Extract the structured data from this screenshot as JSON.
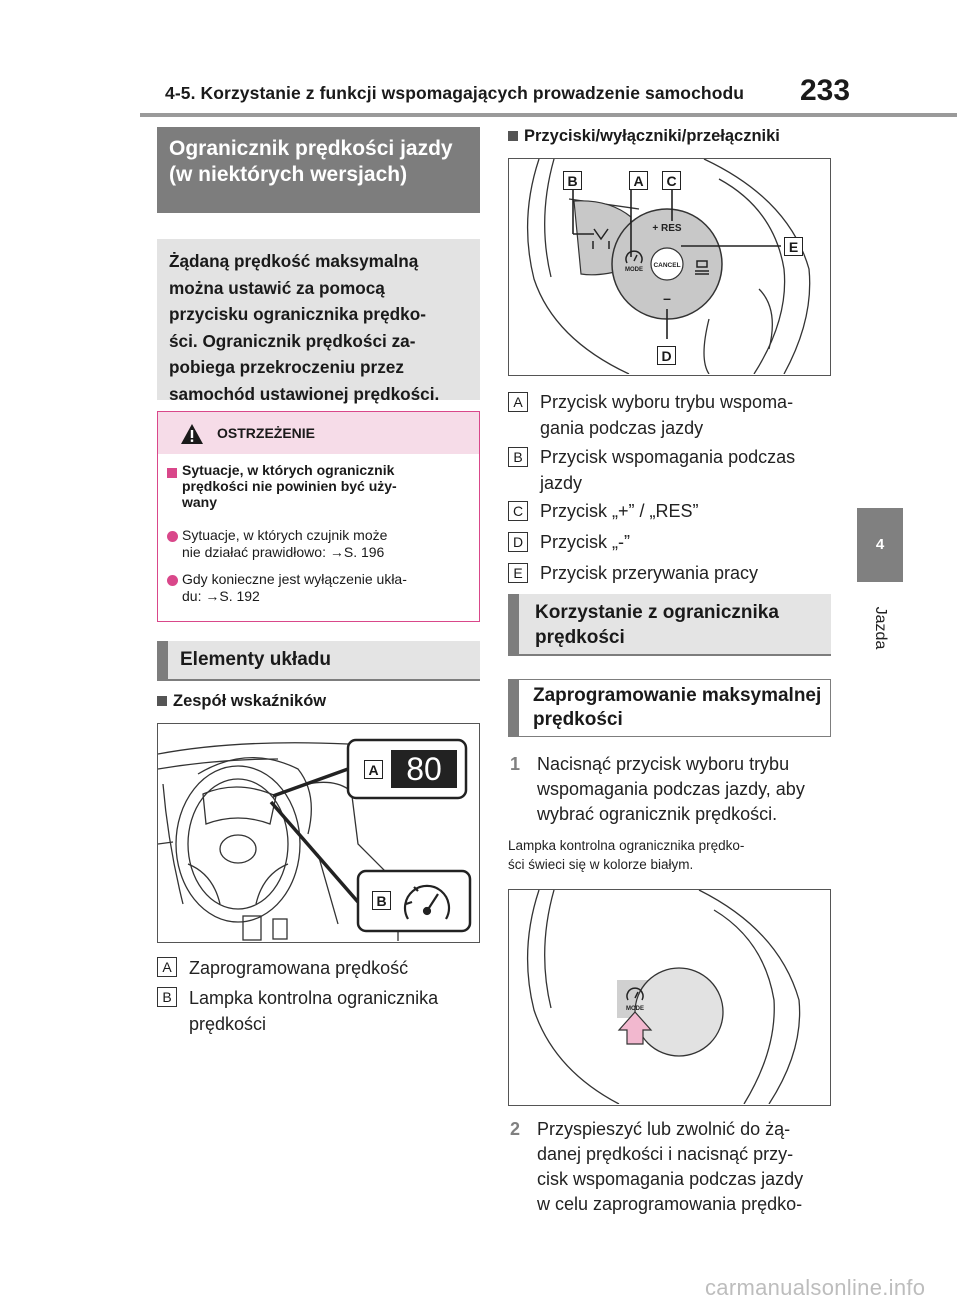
{
  "header": {
    "title": "4-5. Korzystanie z funkcji wspomagających prowadzenie samochodu",
    "page_number": "233"
  },
  "side_tab": {
    "number": "4",
    "label": "Jazda"
  },
  "left": {
    "section_title": "Ogranicznik prędkości jazdy (w niektórych wersjach)",
    "intro_lines": [
      "Żądaną prędkość maksymalną",
      "można ustawić za pomocą",
      "przycisku ogranicznika prędko-",
      "ści. Ogranicznik prędkości za-",
      "pobiega przekroczeniu przez",
      "samochód ustawionej prędkości."
    ],
    "warning": {
      "title": "OSTRZEŻENIE",
      "lead_lines": [
        "Sytuacje, w których ogranicznik",
        "prędkości nie powinien być uży-",
        "wany"
      ],
      "item1_lines": [
        "Sytuacje, w których czujnik może",
        "nie działać prawidłowo: →S. 196"
      ],
      "item2_lines": [
        "Gdy konieczne jest wyłączenie ukła-",
        "du: →S. 192"
      ]
    },
    "elements_heading": "Elementy układu",
    "cluster_heading": "Zespół wskaźników",
    "figure_labels": {
      "a": "A",
      "b": "B",
      "speed": "80"
    },
    "legend": [
      {
        "key": "A",
        "lines": [
          "Zaprogramowana prędkość"
        ]
      },
      {
        "key": "B",
        "lines": [
          "Lampka kontrolna ogranicznika",
          "prędkości"
        ]
      }
    ]
  },
  "right": {
    "buttons_heading": "Przyciski/wyłączniki/przełączniki",
    "figure_labels": {
      "a": "A",
      "b": "B",
      "c": "C",
      "d": "D",
      "e": "E",
      "res": "+ RES",
      "minus": "–",
      "mode": "MODE",
      "cancel": "CANCEL"
    },
    "legend": [
      {
        "key": "A",
        "lines": [
          "Przycisk wyboru trybu wspoma-",
          "gania podczas jazdy"
        ]
      },
      {
        "key": "B",
        "lines": [
          "Przycisk wspomagania podczas",
          "jazdy"
        ]
      },
      {
        "key": "C",
        "lines": [
          "Przycisk „+” / „RES”"
        ]
      },
      {
        "key": "D",
        "lines": [
          "Przycisk „-”"
        ]
      },
      {
        "key": "E",
        "lines": [
          "Przycisk przerywania pracy"
        ]
      }
    ],
    "usage_heading": "Korzystanie z ogranicznika prędkości",
    "program_heading": "Zaprogramowanie maksymalnej prędkości",
    "step1": {
      "num": "1",
      "lines": [
        "Nacisnąć przycisk wyboru trybu",
        "wspomagania podczas jazdy, aby",
        "wybrać ogranicznik prędkości."
      ]
    },
    "note_lines": [
      "Lampka kontrolna ogranicznika prędko-",
      "ści świeci się w kolorze białym."
    ],
    "figure2_mode": "MODE",
    "step2": {
      "num": "2",
      "lines": [
        "Przyspieszyć lub zwolnić do żą-",
        "danej prędkości i nacisnąć przy-",
        "cisk wspomagania podczas jazdy",
        "w celu zaprogramowania prędko-"
      ]
    }
  },
  "watermark": "carmanualsonline.info",
  "colors": {
    "accent_pink": "#d9478a",
    "heading_gray": "#7d7d7d"
  }
}
